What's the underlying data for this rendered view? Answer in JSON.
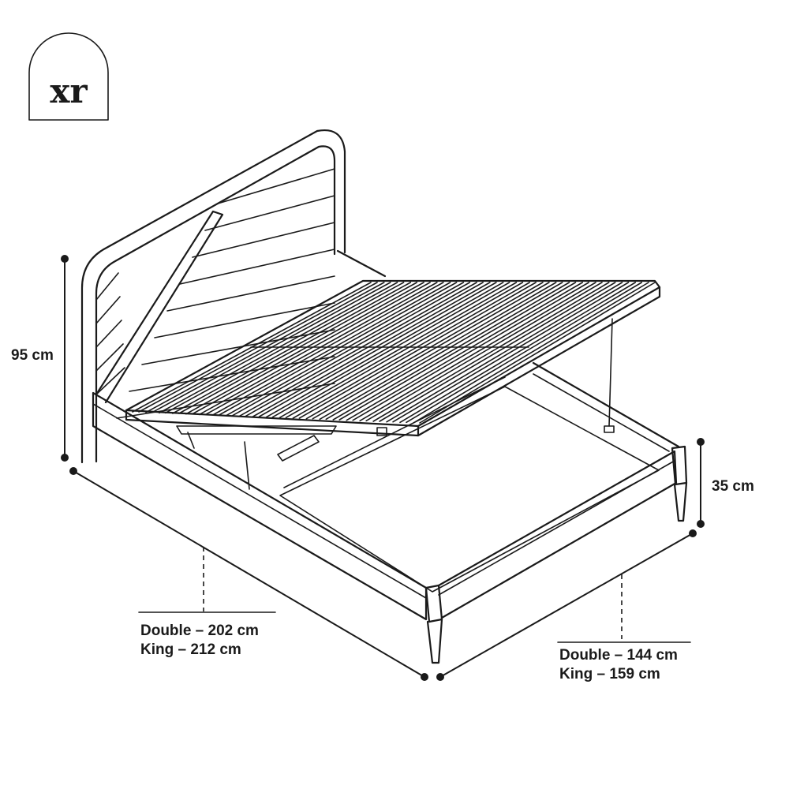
{
  "logo": {
    "text": "xr"
  },
  "dimensions": {
    "height_headboard": "95 cm",
    "height_base": "35 cm",
    "length": {
      "double": "Double – 202 cm",
      "king": "King – 212 cm"
    },
    "width": {
      "double": "Double – 144 cm",
      "king": "King – 159 cm"
    }
  },
  "colors": {
    "line": "#1a1a1a",
    "background": "#ffffff"
  }
}
